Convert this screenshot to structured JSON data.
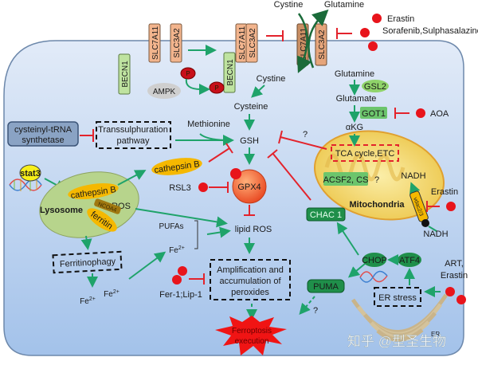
{
  "colors": {
    "cell_fill_top": "#dfe9f7",
    "cell_fill_bottom": "#a9c6ea",
    "cell_border": "#6d88ab",
    "activation": "#1fa36a",
    "inhibition": "#e3232c",
    "drug": "#e8141b",
    "transporter": "#f2b48d",
    "becn1": "#bfe3a0",
    "green_box": "#6cc56c",
    "dark_green_box": "#1f8f4a",
    "cathepsin": "#f5b800",
    "lysosome": "#b7d48c",
    "mito": "#f3dc7a",
    "gpx4": "#ee5a2e",
    "ferroptosis": "#f01414"
  },
  "top": {
    "extracellular_cystine": "Cystine",
    "extracellular_glutamine": "Glutamine",
    "transporter_slc7a11": "SLC7A11",
    "transporter_slc3a2": "SLC3A2",
    "becn1": "BECN1",
    "ampk": "AMPK",
    "phospho": "P",
    "drug_erastin": "Erastin",
    "drug_sorafenib": "Sorafenib,Sulphasalazine"
  },
  "pathway": {
    "cystine": "Cystine",
    "cysteine": "Cysteine",
    "methionine": "Methionine",
    "gsh": "GSH",
    "gpx4": "GPX4",
    "rsl3": "RSL3",
    "lipid_ros": "lipid ROS",
    "pufas": "PUFAs",
    "fe2": "Fe",
    "fe2_sup": "2+",
    "amplification": [
      "Amplification and",
      "accumulation of",
      "peroxides"
    ],
    "fer1": "Fer-1;Lip-1",
    "ferroptosis": [
      "Ferroptosis",
      "execution"
    ],
    "question": "?"
  },
  "left": {
    "cysteinyl": [
      "cysteinyl-tRNA",
      "synthetase"
    ],
    "transsulphuration": [
      "Transsulphuration",
      "pathway"
    ],
    "stat3": "stat3",
    "cathepsin_b": "cathepsin B",
    "lysosome": "Lysosome",
    "ros": "ROS",
    "ncoa4": "NCOA4",
    "ferritin": "ferritin",
    "ferritinophagy": "Ferritinophagy"
  },
  "right": {
    "glutamine": "Glutamine",
    "gsl2": "GSL2",
    "glutamate": "Glutamate",
    "got1": "GOT1",
    "aoa": "AOA",
    "akg": "αKG",
    "tca": "TCA cycle,ETC",
    "acsf2": "ACSF2, CS",
    "nadh": "NADH",
    "vdac": "vdac2/3",
    "erastin": "Erastin",
    "mitochondria": "Mitochondria",
    "chac1": "CHAC 1",
    "chop": "CHOP",
    "atf4": "ATF4",
    "puma": "PUMA",
    "er_stress": "ER stress",
    "art_erastin": [
      "ART,",
      "Erastin"
    ],
    "er": "ER"
  },
  "watermark": "知乎 @型圣生物"
}
